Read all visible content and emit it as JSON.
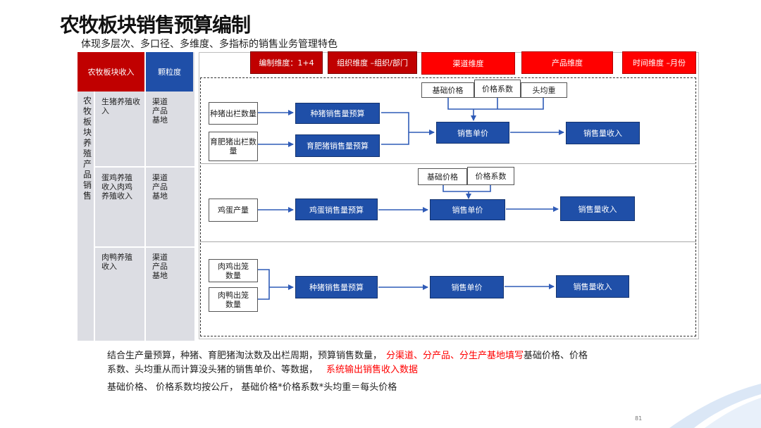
{
  "title": "农牧板块销售预算编制",
  "subtitle": "体现多层次、多口径、多维度、多指标的销售业务管理特色",
  "left_table": {
    "header1": "农牧板块收入",
    "header2": "颗粒度",
    "vertical_label": "农牧板块养殖产品销售",
    "rows": [
      {
        "income": "生猪养殖收入",
        "granularity": "渠道产品基地"
      },
      {
        "income": "蛋鸡养殖收入肉鸡养殖收入",
        "granularity": "渠道产品基地"
      },
      {
        "income": "肉鸭养殖收入",
        "granularity": "渠道产品基地"
      }
    ]
  },
  "dimensions": {
    "d1": "编制维度：1+4",
    "d2": "组织维度 –组织/部门",
    "d3": "渠道维度",
    "d4": "产品维度",
    "d5": "时间维度 –月份"
  },
  "flow1": {
    "input1": "种猪出栏数量",
    "input2": "育肥猪出栏数量",
    "budget1": "种猪销售量预算",
    "budget2": "育肥猪销售量预算",
    "param1": "基础价格",
    "param2": "价格系数",
    "param3": "头均重",
    "unit_price": "销售单价",
    "revenue": "销售量收入"
  },
  "flow2": {
    "input1": "鸡蛋产量",
    "budget1": "鸡蛋销售量预算",
    "param1": "基础价格",
    "param2": "价格系数",
    "unit_price": "销售单价",
    "revenue": "销售量收入"
  },
  "flow3": {
    "input1": "肉鸡出笼数量",
    "input2": "肉鸭出笼数量",
    "budget1": "种猪销售量预算",
    "unit_price": "销售单价",
    "revenue": "销售量收入"
  },
  "notes": {
    "line1_a": "结合生产量预算，种猪、育肥猪淘汰数及出栏周期，预算销售数量，",
    "line1_red": "分渠道、分产品、分生产基地填写",
    "line1_b": "基础价格、价格",
    "line2_a": "系数、头均重从而计算没头猪的销售单价、等数据，",
    "line2_red": "系统输出销售收入数据",
    "line3": "基础价格、 价格系数均按公斤， 基础价格*价格系数*头均重＝每头价格"
  },
  "page_number": "81",
  "colors": {
    "red": "#ff0000",
    "dark_red": "#c00000",
    "blue": "#2f5bb7",
    "dark_blue": "#1f4fa8"
  }
}
